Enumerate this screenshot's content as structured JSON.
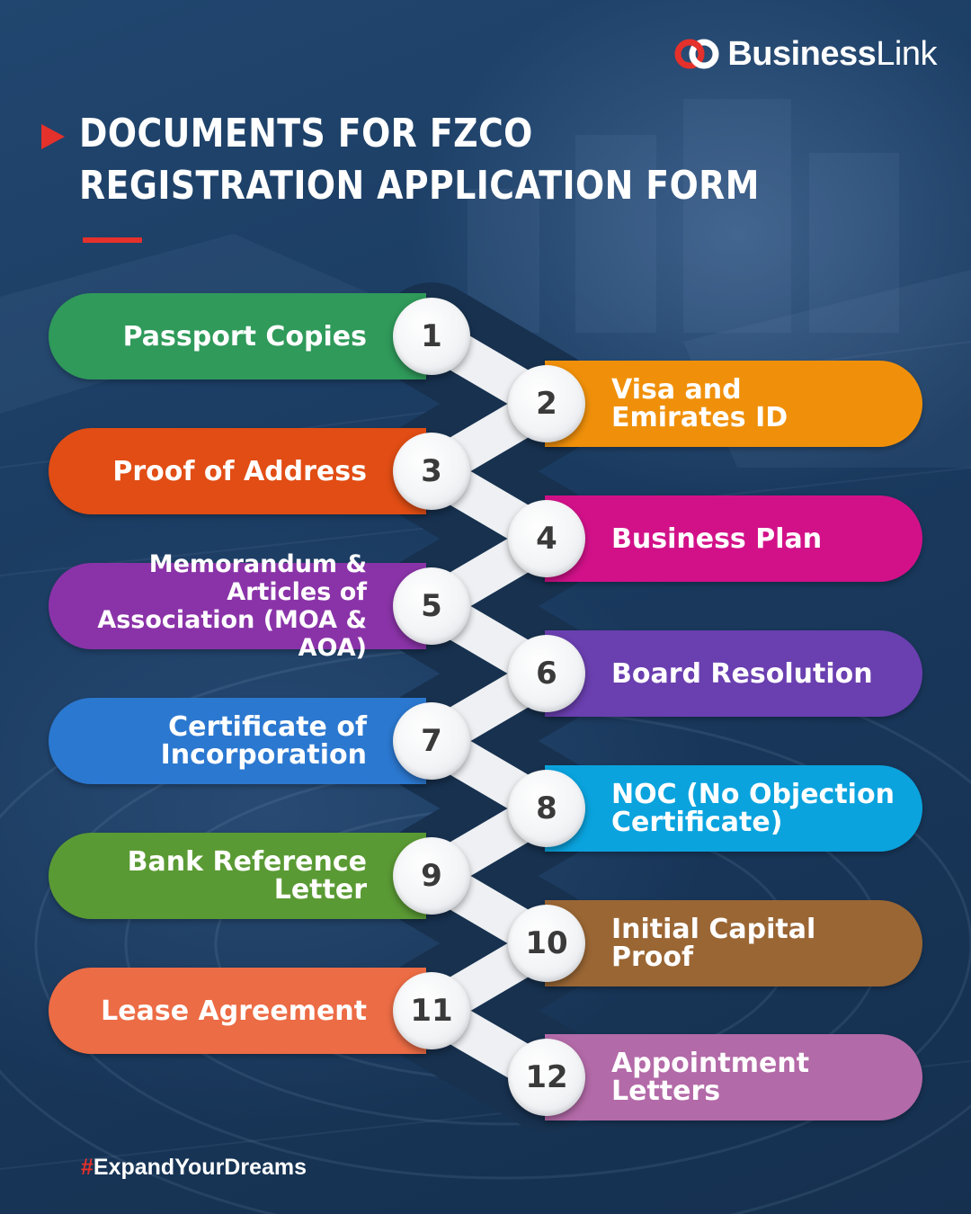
{
  "brand": {
    "name_bold": "Business",
    "name_light": "Link",
    "logo_icon": "interlocked-rings-logo",
    "accent_color": "#e4312b"
  },
  "heading": {
    "line1": "DOCUMENTS FOR FZCO",
    "line2": "REGISTRATION APPLICATION FORM"
  },
  "steps": [
    {
      "number": "1",
      "label": "Passport Copies",
      "side": "left",
      "color": "#2f9a5a"
    },
    {
      "number": "2",
      "label": "Visa and Emirates ID",
      "side": "right",
      "color": "#f0900a"
    },
    {
      "number": "3",
      "label": "Proof of Address",
      "side": "left",
      "color": "#e14d14"
    },
    {
      "number": "4",
      "label": "Business Plan",
      "side": "right",
      "color": "#d21189"
    },
    {
      "number": "5",
      "label": "Memorandum & Articles of Association (MOA & AOA)",
      "side": "left",
      "color": "#8a33a8"
    },
    {
      "number": "6",
      "label": "Board Resolution",
      "side": "right",
      "color": "#6a3fb0"
    },
    {
      "number": "7",
      "label": "Certificate of Incorporation",
      "side": "left",
      "color": "#2b78d0"
    },
    {
      "number": "8",
      "label": "NOC (No Objection Certificate)",
      "side": "right",
      "color": "#0aa3de"
    },
    {
      "number": "9",
      "label": "Bank Reference Letter",
      "side": "left",
      "color": "#5a9a34"
    },
    {
      "number": "10",
      "label": "Initial Capital Proof",
      "side": "right",
      "color": "#9a6634"
    },
    {
      "number": "11",
      "label": "Lease Agreement",
      "side": "left",
      "color": "#ec6c45"
    },
    {
      "number": "12",
      "label": "Appointment Letters",
      "side": "right",
      "color": "#b36aa8"
    }
  ],
  "footer": {
    "hash_symbol": "#",
    "hashtag": "ExpandYourDreams"
  }
}
